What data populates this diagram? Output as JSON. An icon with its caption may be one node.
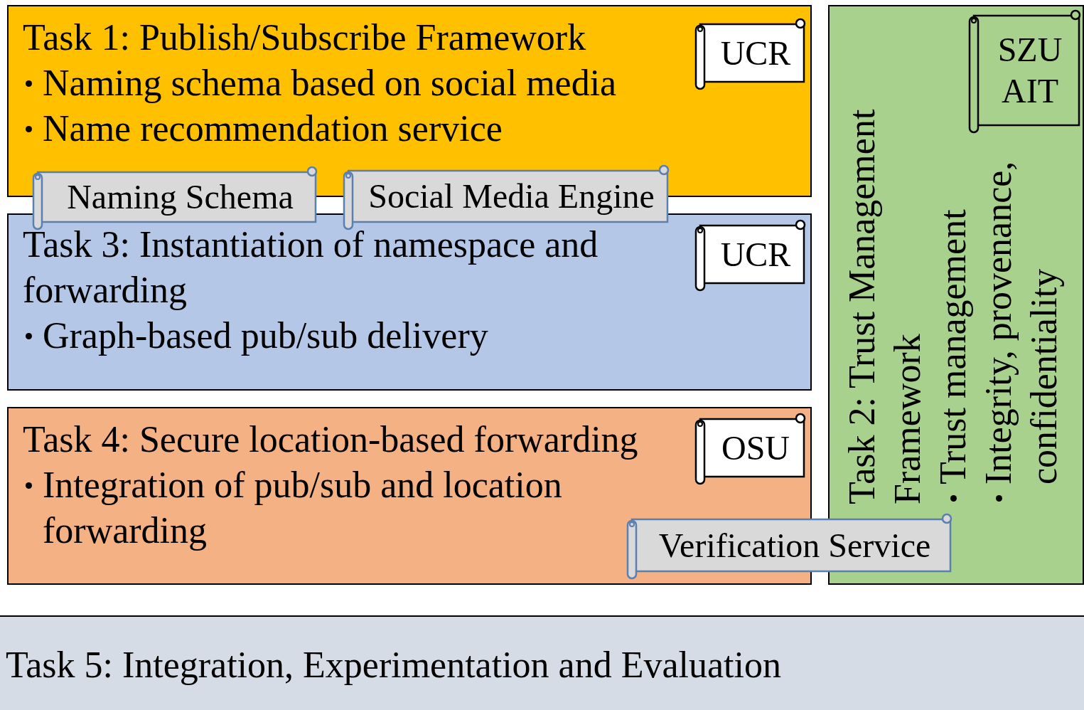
{
  "diagram": {
    "nodes": [
      {
        "text": [
          "Task 1: Publish/Subscribe Framework",
          "Naming schema based on social media",
          "Name recommendation service"
        ]
      },
      {
        "text": [
          "UCR"
        ],
        "in": 0
      },
      {
        "text": [
          "Naming Schema"
        ]
      },
      {
        "text": [
          "Social Media Engine"
        ]
      },
      {
        "text": [
          "Task 3: Instantiation of namespace and forwarding",
          "Graph-based pub/sub delivery"
        ]
      },
      {
        "text": [
          "UCR"
        ],
        "in": 4
      },
      {
        "text": [
          "Task 2: Trust Management Framework",
          "Trust management",
          "Integrity, provenance, confidentiality"
        ]
      },
      {
        "text": [
          "SZU AIT"
        ],
        "in": 6
      },
      {
        "text": [
          "Task 4: Secure location-based forwarding",
          "Integration of pub/sub and location forwarding"
        ]
      },
      {
        "text": [
          "OSU"
        ],
        "in": 8
      },
      {
        "text": [
          "Verification Service"
        ]
      },
      {
        "text": [
          "Task 5: Integration, Experimentation and Evaluation"
        ]
      }
    ]
  }
}
